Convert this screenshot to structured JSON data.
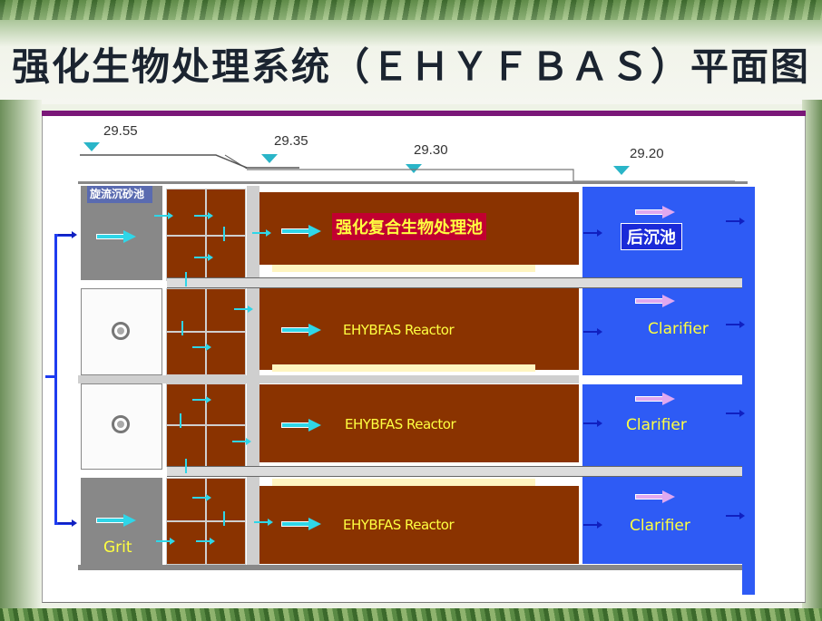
{
  "title": "强化生物处理系统（ＥＨＹＦＢＡＳ）平面图",
  "levels": [
    "29.55",
    "29.35",
    "29.30",
    "29.20"
  ],
  "grit_chamber": {
    "cn_label": "旋流沉砂池",
    "en_label": "Grit"
  },
  "reactor": {
    "cn_label": "强化复合生物处理池",
    "en_labels": [
      "EHYBFAS Reactor",
      "EHYBFAS Reactor",
      "EHYBFAS Reactor"
    ]
  },
  "clarifier": {
    "cn_label": "后沉池",
    "en_labels": [
      "Clarifier",
      "Clarifier",
      "Clarifier"
    ]
  },
  "colors": {
    "reactor": "#8a3300",
    "clarifier": "#2e5bf5",
    "flow_arrow": "#2fd6e8",
    "clarifier_arrow": "#e0a8f0",
    "frame_accent": "#7a1778"
  }
}
